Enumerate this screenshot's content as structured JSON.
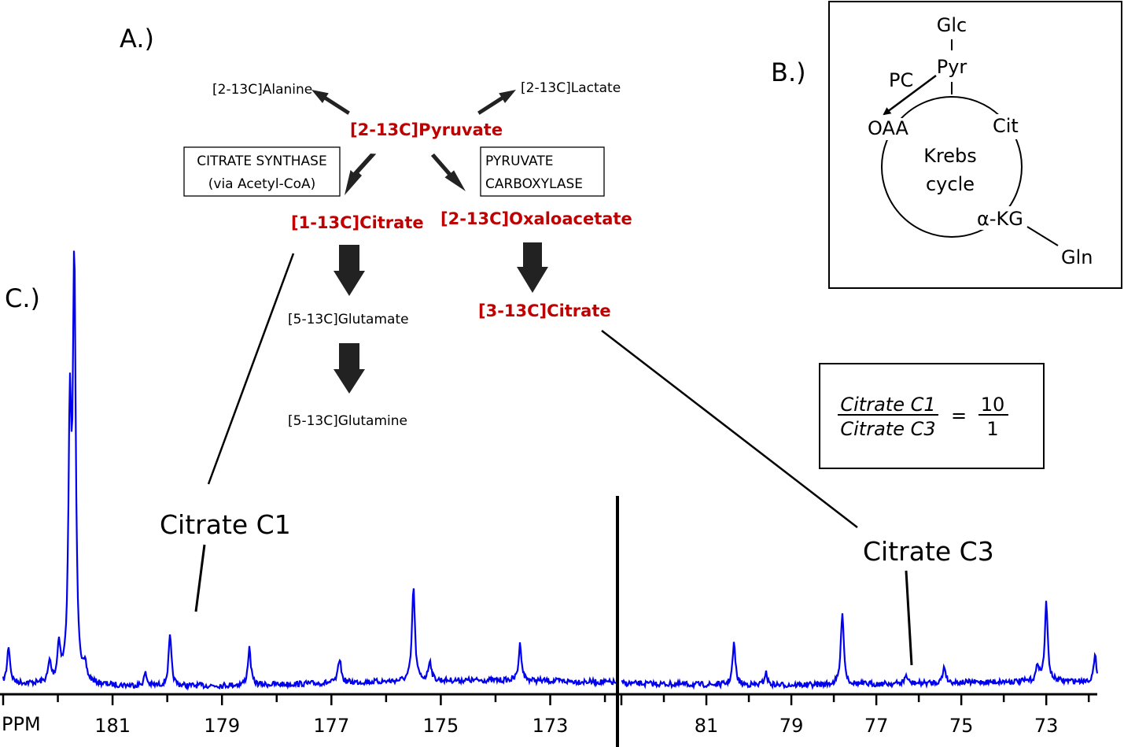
{
  "panel_labels": {
    "a": "A.)",
    "b": "B.)",
    "c": "C.)"
  },
  "pathway": {
    "pyruvate": "[2-13C]Pyruvate",
    "alanine": "[2-13C]Alanine",
    "lactate": "[2-13C]Lactate",
    "citrate_synthase_box": [
      "CITRATE SYNTHASE",
      "(via Acetyl-CoA)"
    ],
    "pyruvate_carboxylase_box": [
      "PYRUVATE",
      "CARBOXYLASE"
    ],
    "citrate1": "[1-13C]Citrate",
    "oxaloacetate": "[2-13C]Oxaloacetate",
    "glutamate": "[5-13C]Glutamate",
    "citrate3": "[3-13C]Citrate",
    "glutamine": "[5-13C]Glutamine",
    "colors": {
      "metabolite_highlight": "#c00000",
      "arrow": "#222222"
    }
  },
  "krebs": {
    "glc": "Glc",
    "pyr": "Pyr",
    "pc": "PC",
    "oaa": "OAA",
    "cit": "Cit",
    "cycle_line1": "Krebs",
    "cycle_line2": "cycle",
    "akg": "α-KG",
    "gln": "Gln"
  },
  "ratio": {
    "numerator": "Citrate C1",
    "denominator": "Citrate C3",
    "equals": "=",
    "value_num": "10",
    "value_den": "1"
  },
  "spectrum": {
    "c1_label": "Citrate C1",
    "c3_label": "Citrate C3",
    "axis_unit": "PPM",
    "left_ticks": [
      "181",
      "179",
      "177",
      "175",
      "173"
    ],
    "right_ticks": [
      "81",
      "79",
      "77",
      "75",
      "73"
    ],
    "color": "#0000ee"
  },
  "chart_data": {
    "type": "line",
    "xlabel": "PPM",
    "segments": [
      {
        "ppm_range": [
          183.0,
          171.8
        ],
        "peaks": [
          {
            "ppm": 182.9,
            "height": 0.09
          },
          {
            "ppm": 182.15,
            "height": 0.05
          },
          {
            "ppm": 181.98,
            "height": 0.09
          },
          {
            "ppm": 181.78,
            "height": 0.62
          },
          {
            "ppm": 181.7,
            "height": 1.0
          },
          {
            "ppm": 181.5,
            "height": 0.03
          },
          {
            "ppm": 180.4,
            "height": 0.03
          },
          {
            "ppm": 179.95,
            "height": 0.12
          },
          {
            "ppm": 178.5,
            "height": 0.09
          },
          {
            "ppm": 176.85,
            "height": 0.06
          },
          {
            "ppm": 175.5,
            "height": 0.23
          },
          {
            "ppm": 175.2,
            "height": 0.05
          },
          {
            "ppm": 173.55,
            "height": 0.09
          }
        ]
      },
      {
        "ppm_range": [
          83.0,
          71.8
        ],
        "peaks": [
          {
            "ppm": 80.35,
            "height": 0.1
          },
          {
            "ppm": 79.6,
            "height": 0.03
          },
          {
            "ppm": 77.8,
            "height": 0.18
          },
          {
            "ppm": 76.3,
            "height": 0.02
          },
          {
            "ppm": 75.4,
            "height": 0.04
          },
          {
            "ppm": 73.2,
            "height": 0.04
          },
          {
            "ppm": 73.0,
            "height": 0.19
          },
          {
            "ppm": 71.85,
            "height": 0.06
          }
        ]
      }
    ]
  }
}
